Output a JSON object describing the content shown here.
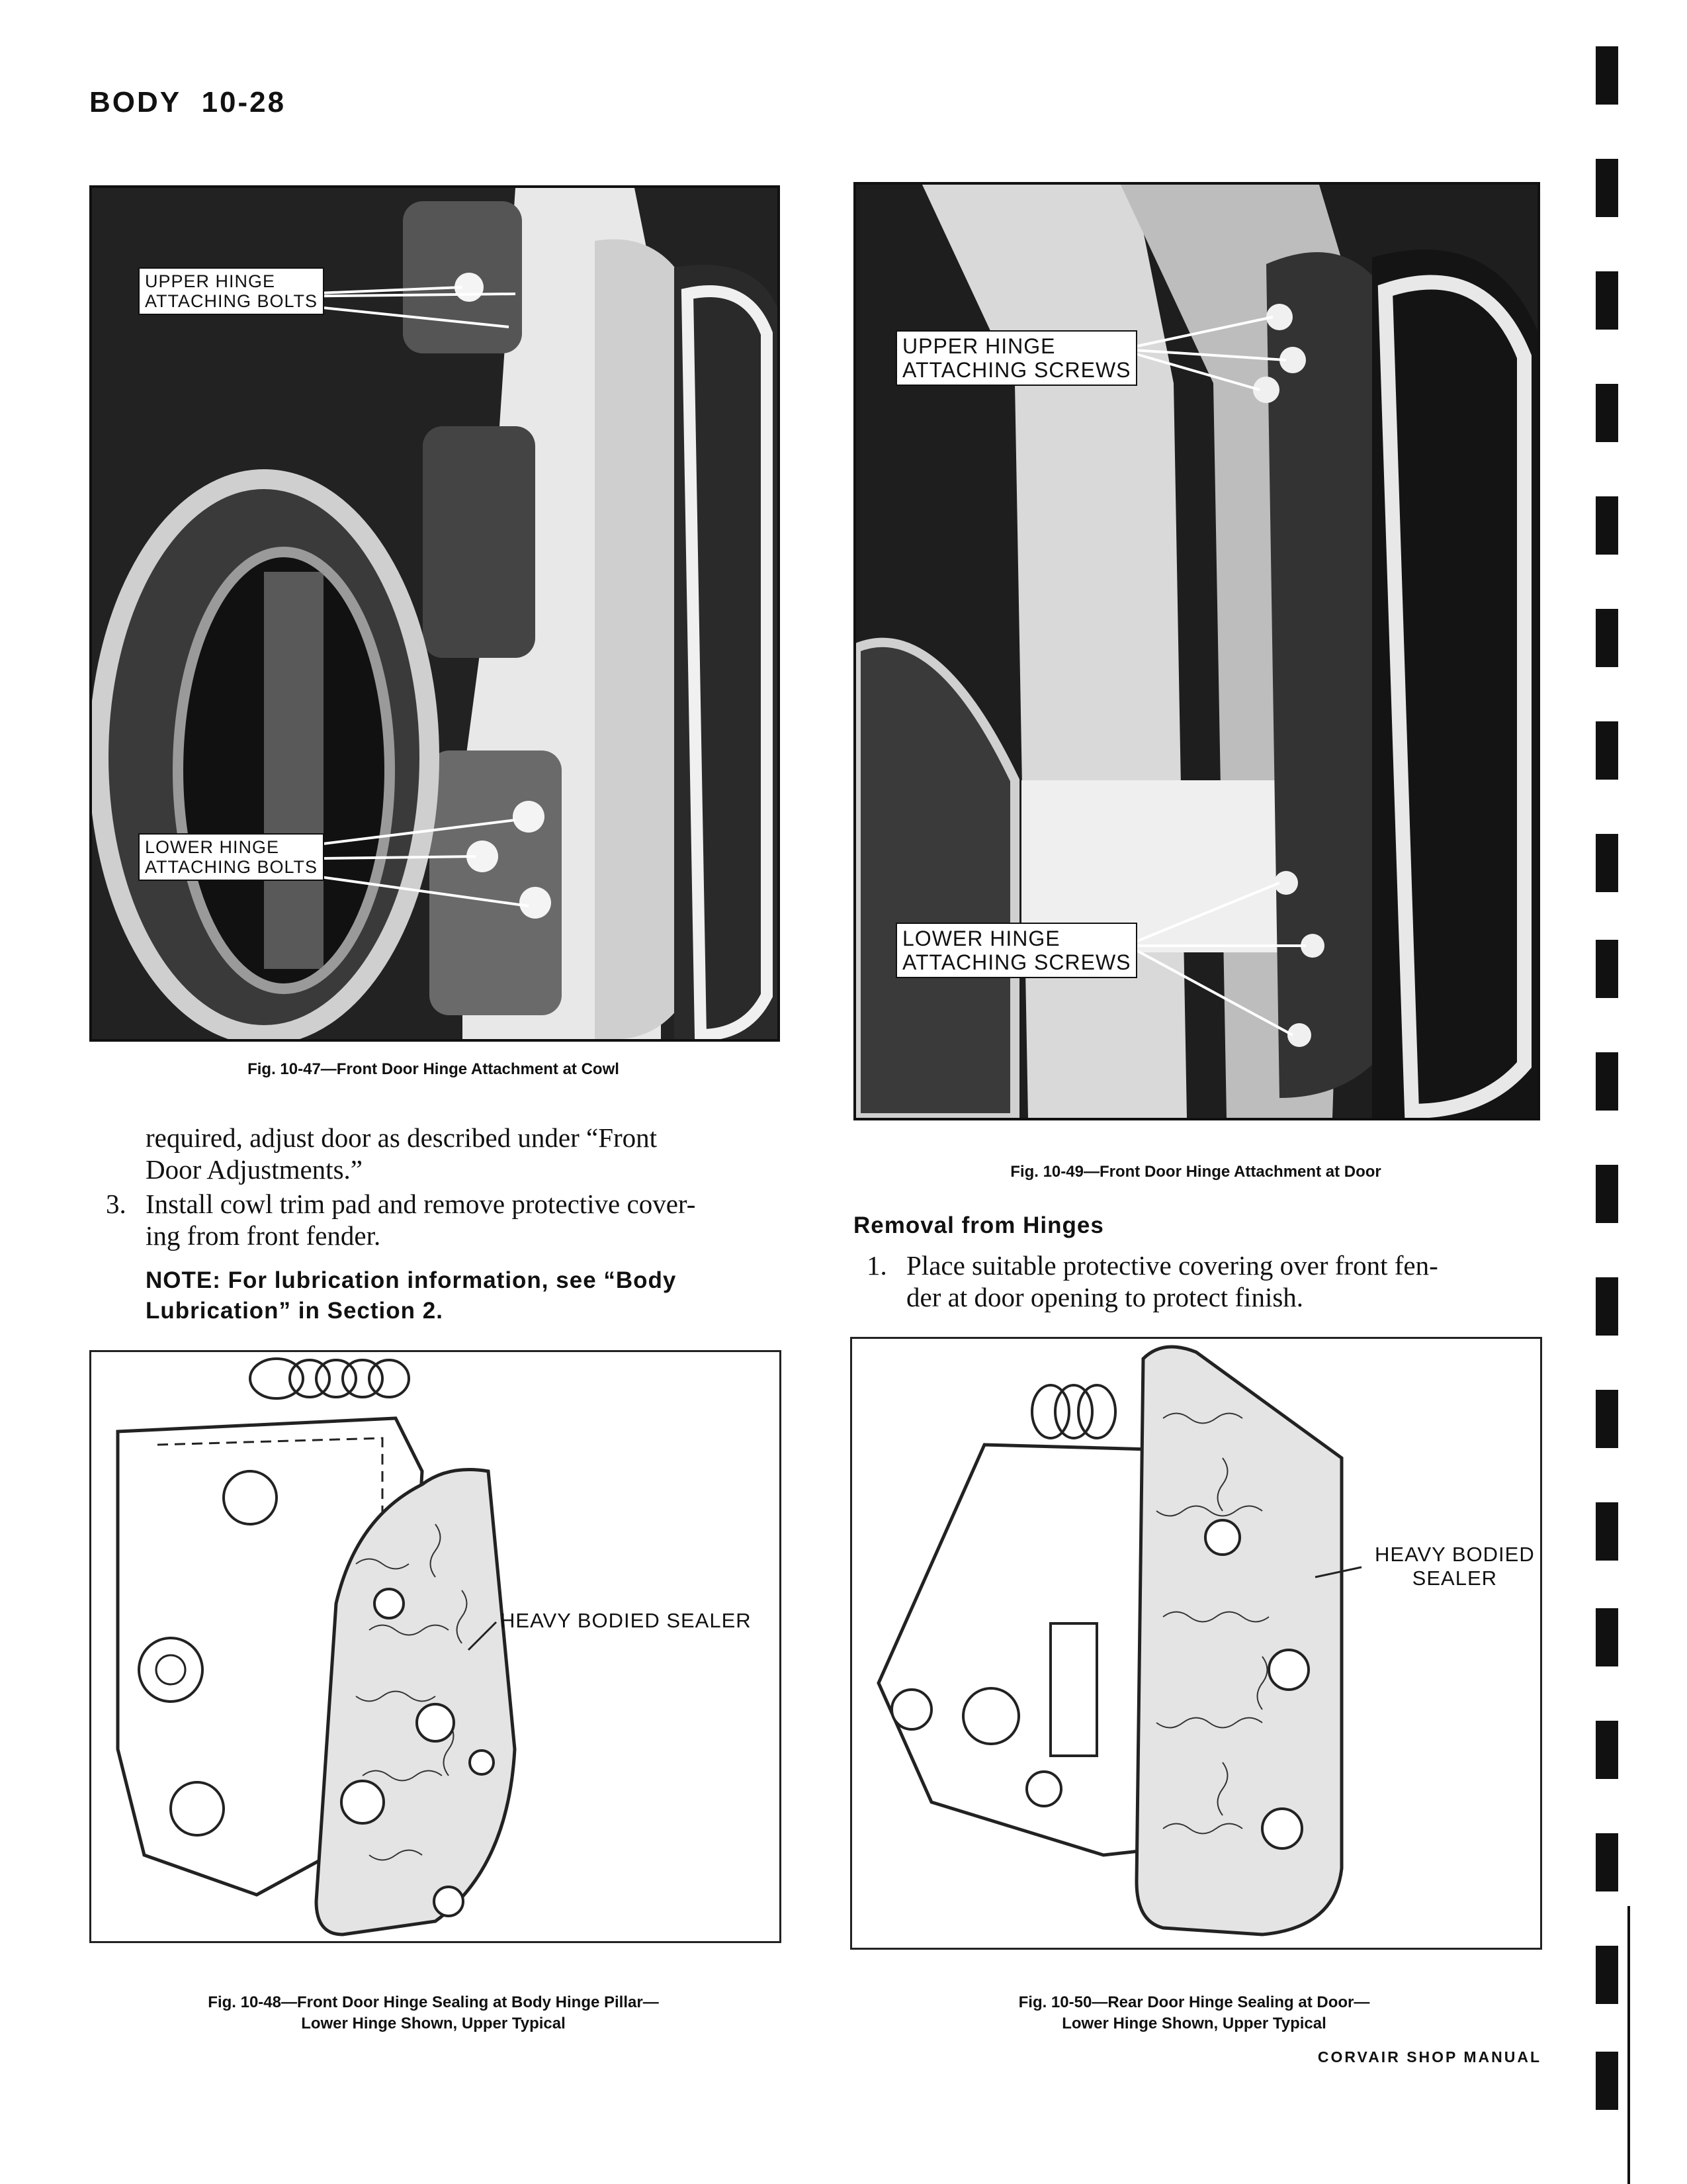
{
  "header": {
    "section": "BODY",
    "page": "10-28"
  },
  "figures": {
    "fig47": {
      "callout_upper": [
        "UPPER HINGE",
        "ATTACHING BOLTS"
      ],
      "callout_lower": [
        "LOWER HINGE",
        "ATTACHING BOLTS"
      ],
      "caption": "Fig. 10-47—Front Door Hinge Attachment at Cowl"
    },
    "fig49": {
      "callout_upper": [
        "UPPER HINGE",
        "ATTACHING SCREWS"
      ],
      "callout_lower": [
        "LOWER HINGE",
        "ATTACHING SCREWS"
      ],
      "caption": "Fig. 10-49—Front Door Hinge Attachment at Door"
    },
    "fig48": {
      "label": "HEAVY BODIED SEALER",
      "caption": [
        "Fig. 10-48—Front Door Hinge Sealing at Body Hinge Pillar—",
        "Lower Hinge Shown, Upper Typical"
      ]
    },
    "fig50": {
      "label": [
        "HEAVY BODIED",
        "SEALER"
      ],
      "caption": [
        "Fig. 10-50—Rear Door Hinge Sealing at Door—",
        "Lower Hinge Shown, Upper Typical"
      ]
    }
  },
  "left_column": {
    "continued_text": [
      "required, adjust door as described under “Front",
      "Door Adjustments.”"
    ],
    "step3": {
      "num": "3.",
      "lines": [
        "Install cowl trim pad and remove protective cover-",
        "ing from front fender."
      ]
    },
    "note": [
      "NOTE: For lubrication information, see “Body",
      "Lubrication” in Section 2."
    ]
  },
  "right_column": {
    "section_title": "Removal from Hinges",
    "step1": {
      "num": "1.",
      "lines": [
        "Place suitable protective covering over front fen-",
        "der at door opening to protect finish."
      ]
    }
  },
  "footer": "CORVAIR SHOP MANUAL"
}
